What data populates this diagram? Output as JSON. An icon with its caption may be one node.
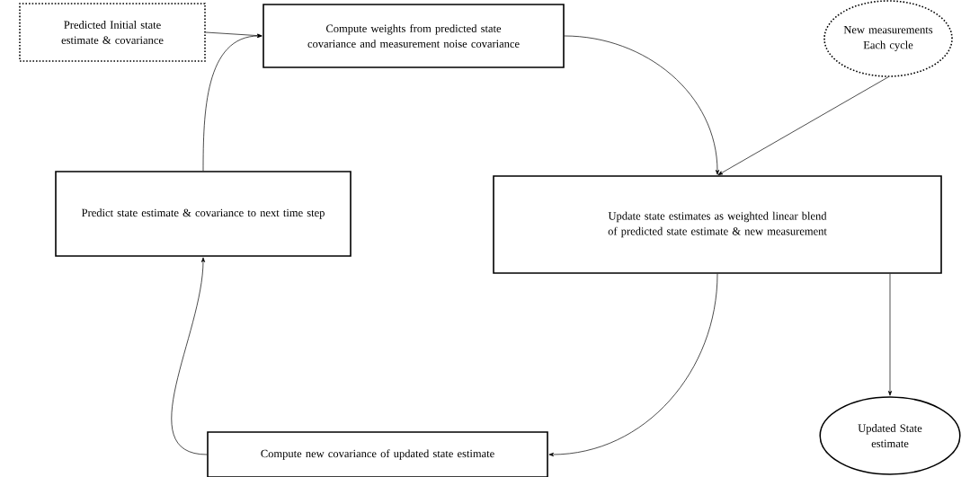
{
  "diagram": {
    "nodes": [
      {
        "text": [
          "Predicted Initial state estimate & covariance"
        ]
      },
      {
        "text": [
          "Compute weights from predicted state covariance and measurement noise covariance"
        ]
      },
      {
        "text": [
          "New measurements Each cycle"
        ]
      },
      {
        "text": [
          "Update state estimates as weighted linear blend of predicted state estimate & new measurement"
        ]
      },
      {
        "text": [
          "Predict state estimate & covariance to next time step"
        ]
      },
      {
        "text": [
          "Updated State estimate"
        ]
      },
      {
        "text": [
          "Compute new covariance of updated state estimate"
        ]
      }
    ],
    "edges": [
      {
        "from": 0,
        "to": 1,
        "arrow": "to"
      },
      {
        "from": 1,
        "to": 3,
        "arrow": "to"
      },
      {
        "from": 2,
        "to": 3,
        "arrow": "to"
      },
      {
        "from": 3,
        "to": 5,
        "arrow": "to"
      },
      {
        "from": 3,
        "to": 6,
        "arrow": "to"
      },
      {
        "from": 6,
        "to": 4,
        "arrow": "to"
      },
      {
        "from": 4,
        "to": 1,
        "arrow": "to"
      }
    ]
  }
}
